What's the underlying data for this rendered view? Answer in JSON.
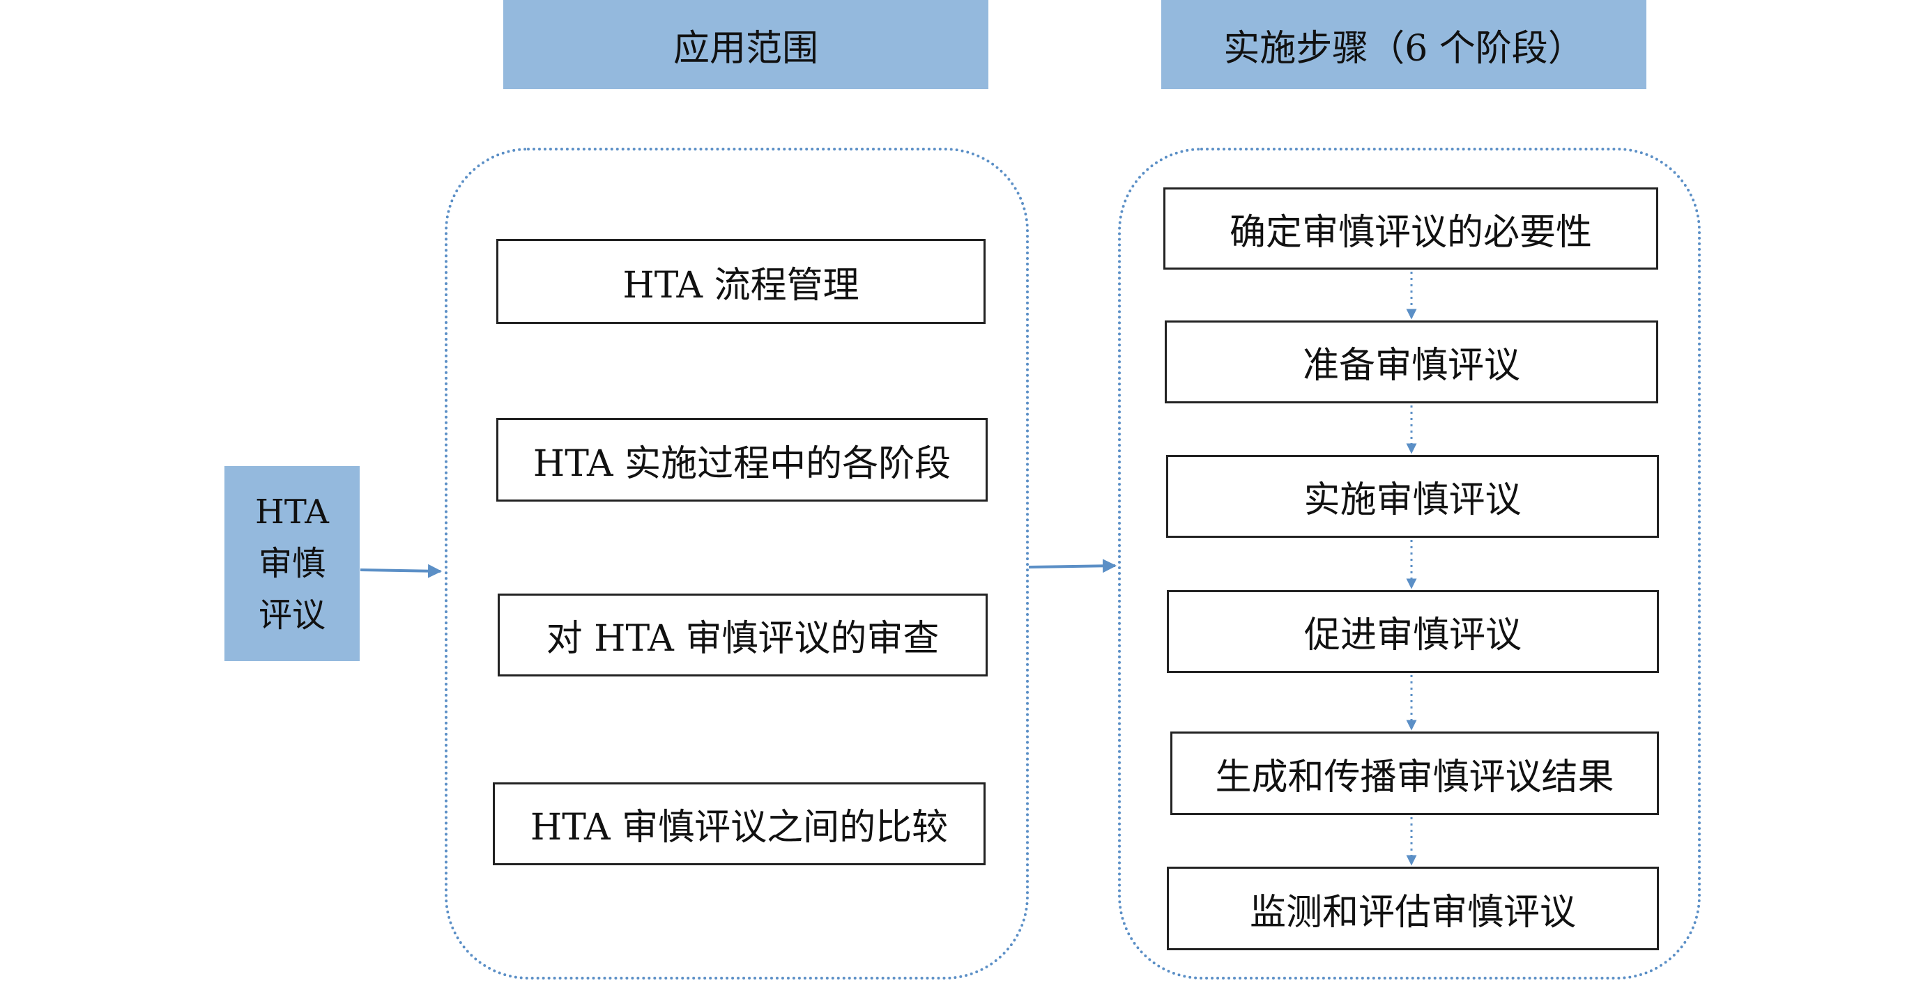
{
  "headers": {
    "scope": "应用范围",
    "steps": "实施步骤（6 个阶段）"
  },
  "root": {
    "line1": "HTA",
    "line2": "审慎",
    "line3": "评议"
  },
  "scope_items": [
    "HTA 流程管理",
    "HTA 实施过程中的各阶段",
    "对 HTA 审慎评议的审查",
    "HTA 审慎评议之间的比较"
  ],
  "steps": [
    "确定审慎评议的必要性",
    "准备审慎评议",
    "实施审慎评议",
    "促进审慎评议",
    "生成和传播审慎评议结果",
    "监测和评估审慎评议"
  ],
  "colors": {
    "header_fill": "#94b9dd",
    "arrow": "#5b8fc6",
    "box_border": "#222222"
  }
}
